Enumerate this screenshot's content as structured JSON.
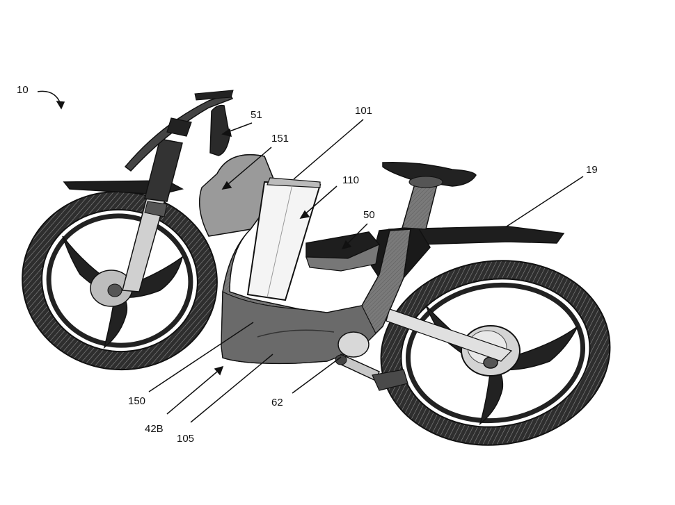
{
  "labels": {
    "l10": "10",
    "l51": "51",
    "l151": "151",
    "l101": "101",
    "l110": "110",
    "l19": "19",
    "l50": "50",
    "l150": "150",
    "l42b": "42B",
    "l105": "105",
    "l62": "62"
  },
  "colors": {
    "ink": "#111111",
    "tire": "#3a3a3a",
    "frame_dark": "#2a2a2a",
    "frame_mid": "#6e6e6e",
    "frame_light": "#b8b8b8",
    "battery": "#f4f4f4"
  }
}
